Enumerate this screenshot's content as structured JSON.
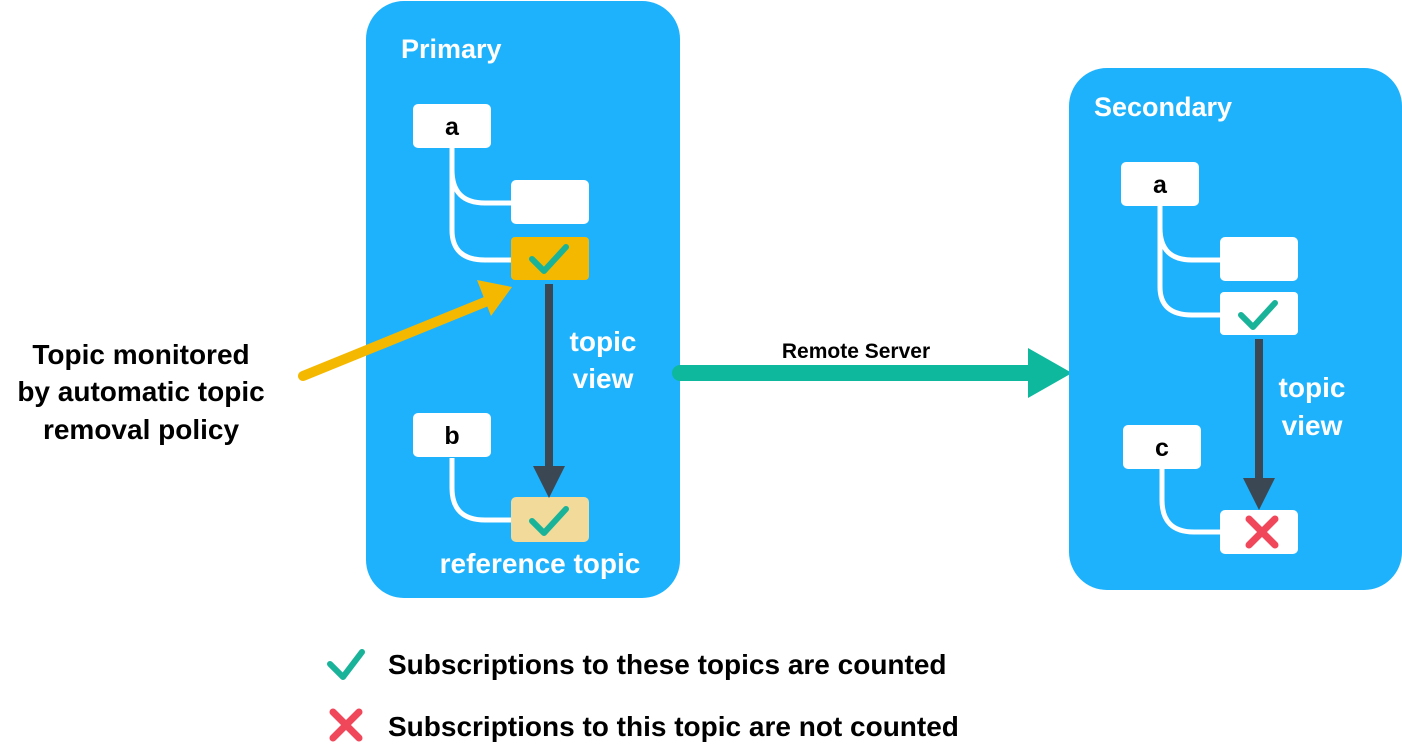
{
  "colors": {
    "panel": "#1eb2fd",
    "node": "#ffffff",
    "monitored_node": "#f5b800",
    "reference_node": "#f1da9a",
    "check": "#19b39a",
    "cross": "#f0475b",
    "link_arrow": "#0db89d",
    "view_arrow": "#3b4752",
    "pointer_arrow": "#f5b800"
  },
  "primary": {
    "title": "Primary",
    "node_a": "a",
    "node_b": "b",
    "view_label_1": "topic",
    "view_label_2": "view",
    "reference_label": "reference topic"
  },
  "secondary": {
    "title": "Secondary",
    "node_a": "a",
    "node_c": "c",
    "view_label_1": "topic",
    "view_label_2": "view"
  },
  "link": {
    "label": "Remote Server"
  },
  "annotation": {
    "line1": "Topic monitored",
    "line2": "by automatic topic",
    "line3": "removal policy"
  },
  "legend": {
    "counted": {
      "icon": "check-icon",
      "text": "Subscriptions to these topics are counted"
    },
    "not_counted": {
      "icon": "cross-icon",
      "text": "Subscriptions to this topic are not counted"
    }
  }
}
